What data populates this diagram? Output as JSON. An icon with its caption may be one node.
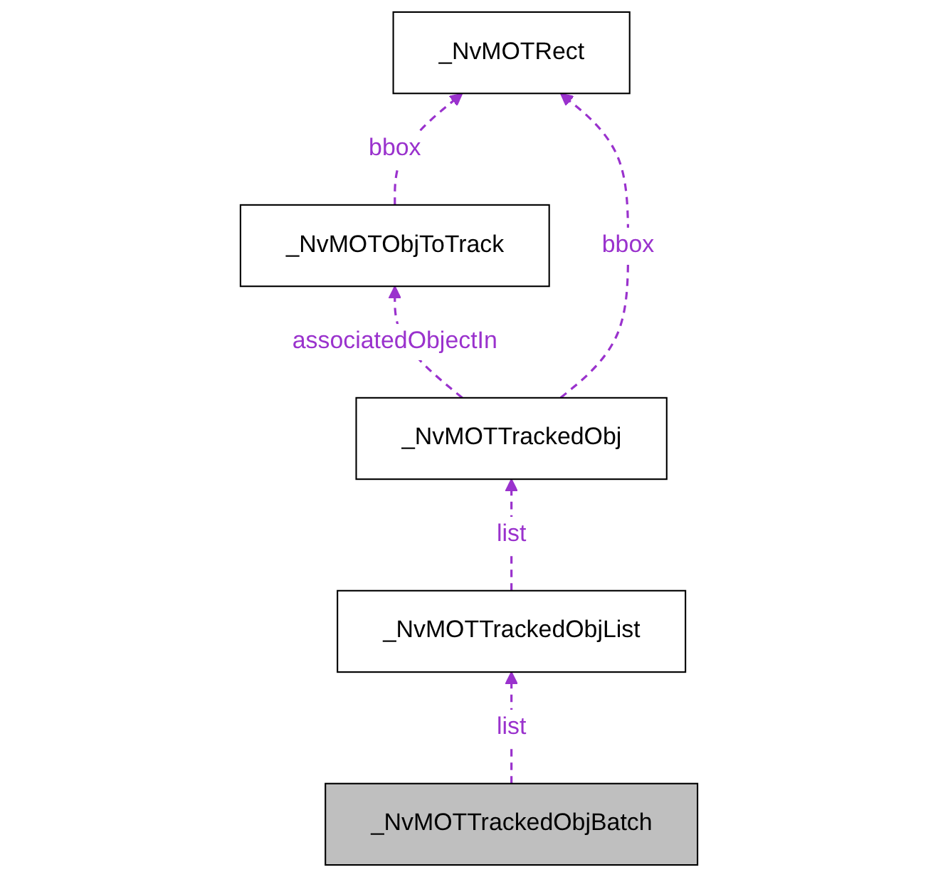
{
  "diagram": {
    "nodes": [
      {
        "text": [
          "_NvMOTRect"
        ]
      },
      {
        "text": [
          "_NvMOTObjToTrack"
        ]
      },
      {
        "text": [
          "_NvMOTTrackedObj"
        ]
      },
      {
        "text": [
          "_NvMOTTrackedObjList"
        ]
      },
      {
        "text": [
          "_NvMOTTrackedObjBatch"
        ]
      }
    ],
    "edges": [
      {
        "from": 1,
        "to": 0,
        "arrow": "to",
        "label": "bbox",
        "style": "dashed"
      },
      {
        "from": 2,
        "to": 0,
        "arrow": "to",
        "label": "bbox",
        "style": "dashed"
      },
      {
        "from": 2,
        "to": 1,
        "arrow": "to",
        "label": "associatedObjectIn",
        "style": "dashed"
      },
      {
        "from": 3,
        "to": 2,
        "arrow": "to",
        "label": "list",
        "style": "dashed"
      },
      {
        "from": 4,
        "to": 3,
        "arrow": "to",
        "label": "list",
        "style": "dashed"
      }
    ]
  }
}
